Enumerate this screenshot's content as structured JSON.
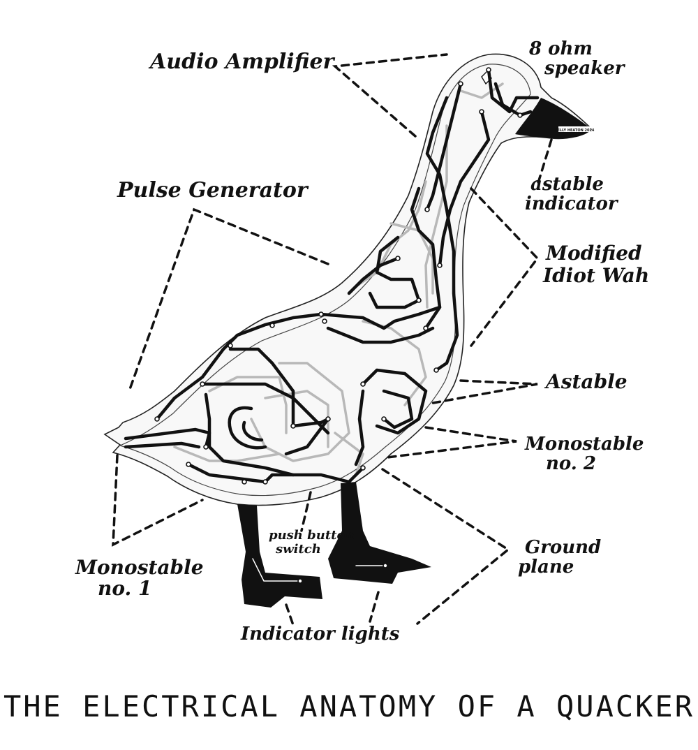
{
  "title": "THE ELECTRICAL ANATOMY OF A QUACKER",
  "credit": "KELLY HEATON 2024",
  "labels": {
    "audio_amplifier": "Audio Amplifier",
    "speaker_line1": "8 ohm",
    "speaker_line2": "speaker",
    "astable_indicator_line1": "astable",
    "astable_indicator_line2": "indicator",
    "pulse_generator": "Pulse Generator",
    "idiot_wah_line1": "Modified",
    "idiot_wah_line2": "Idiot Wah",
    "astable": "Astable",
    "monostable2_line1": "Monostable",
    "monostable2_line2": "no. 2",
    "ground_plane_line1": "Ground",
    "ground_plane_line2": "plane",
    "pushbutton_line1": "push button",
    "pushbutton_line2": "switch",
    "monostable1_line1": "Monostable",
    "monostable1_line2": "no. 1",
    "indicator_lights": "Indicator lights"
  },
  "colors": {
    "ink": "#111111",
    "board": "#f8f8f8",
    "secondary_trace": "#b8b8b8",
    "background": "#ffffff"
  }
}
